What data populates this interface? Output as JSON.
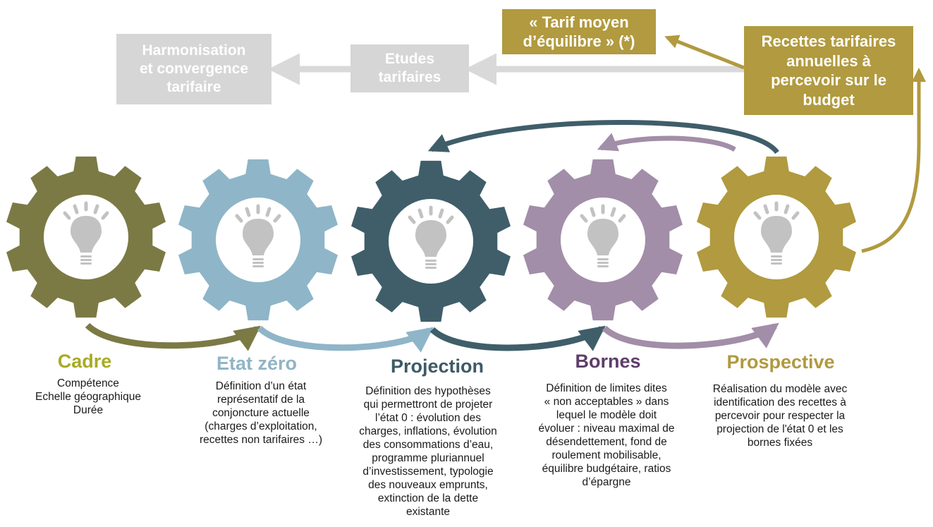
{
  "colors": {
    "olive": "#7b7a45",
    "light_blue": "#8fb5c8",
    "dark_teal": "#3f5e69",
    "mauve": "#a28ea8",
    "gold": "#b19a3f",
    "light_grey_box": "#d6d6d6",
    "arrow_grey": "#d9d9d9",
    "bulb_circle": "#ffffff",
    "bulb": "#c2c2c2",
    "title_olive": "#a8ab24",
    "title_blue": "#90b4c6",
    "title_teal": "#3d5a66",
    "title_mauve": "#5e3e6a",
    "title_gold": "#b19a3f"
  },
  "top_boxes": {
    "harmonisation": "Harmonisation\net convergence\ntarifaire",
    "etudes": "Etudes\ntarifaires",
    "tarif_moyen": "« Tarif moyen\nd’équilibre » (*)",
    "recettes": "Recettes tarifaires\nannuelles à\npercevoir sur le\nbudget"
  },
  "steps": [
    {
      "icon": "gear-lightbulb-icon",
      "title": "Cadre",
      "description": "Compétence\nEchelle géographique\nDurée"
    },
    {
      "icon": "gear-lightbulb-icon",
      "title": "Etat zéro",
      "description": "Définition d’un état\nreprésentatif de la\nconjoncture actuelle\n(charges d’exploitation,\nrecettes non tarifaires …)"
    },
    {
      "icon": "gear-lightbulb-icon",
      "title": "Projection",
      "description": "Définition des hypothèses\nqui permettront de projeter\nl’état 0 : évolution des\ncharges, inflations, évolution\ndes consommations d’eau,\nprogramme pluriannuel\nd’investissement, typologie\ndes nouveaux emprunts,\nextinction de la dette\nexistante"
    },
    {
      "icon": "gear-lightbulb-icon",
      "title": "Bornes",
      "description": "Définition de limites dites\n« non acceptables » dans\nlequel le modèle doit\névoluer : niveau maximal de\ndésendettement, fond de\nroulement mobilisable,\néquilibre budgétaire, ratios\nd’épargne"
    },
    {
      "icon": "gear-lightbulb-icon",
      "title": "Prospective",
      "description": "Réalisation du modèle avec\nidentification des recettes à\npercevoir pour respecter la\nprojection de l'état 0 et les\nbornes fixées"
    }
  ]
}
